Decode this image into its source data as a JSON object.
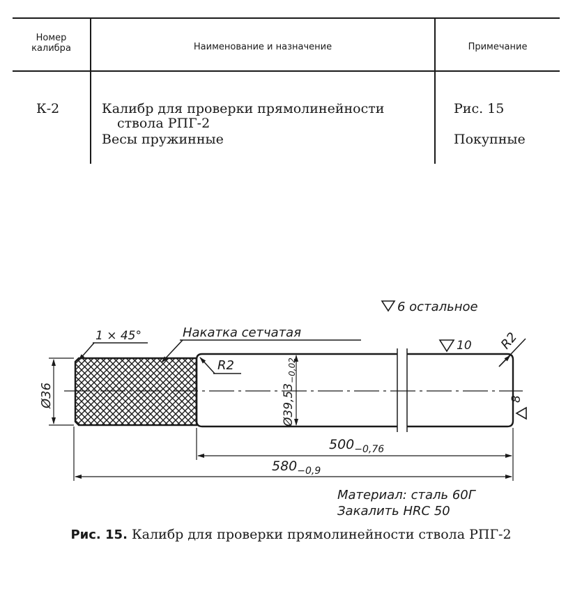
{
  "table": {
    "headers": {
      "number_line1": "Номер",
      "number_line2": "калибра",
      "name": "Наименование и назначение",
      "note": "Примечание"
    },
    "rows": [
      {
        "number": "К-2",
        "name_line1": "Калибр для проверки  прямолинейности",
        "name_line2": "ствола РПГ-2",
        "note": "Рис. 15"
      },
      {
        "number": "",
        "name_line1": "Весы пружинные",
        "note": "Покупные"
      }
    ]
  },
  "drawing": {
    "roughness_general": "6 остальное",
    "chamfer": "1 × 45°",
    "knurl_label": "Накатка сетчатая",
    "radius_left": "R2",
    "radius_right": "R2",
    "roughness_surface": "10",
    "roughness_end": "8",
    "dia_knurl": "Ø36",
    "dia_body_main": "Ø39,53",
    "dia_body_tol": "−0,02",
    "len_body_main": "500",
    "len_body_tol": "−0,76",
    "len_total_main": "580",
    "len_total_tol": "−0,9",
    "material": "Материал: сталь 60Г",
    "hardening": "Закалить  HRC 50"
  },
  "caption": {
    "label": "Рис. 15.",
    "text": "Калибр для проверки прямолинейности ствола РПГ-2"
  }
}
